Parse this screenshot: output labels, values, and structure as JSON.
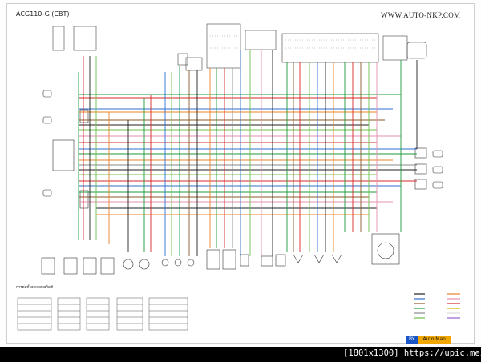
{
  "header": {
    "model_title": "ACG110-G (CBT)",
    "website": "WWW.AUTO-NKP.COM"
  },
  "tables_title": "การต่อขั้วสายของสวิตช์",
  "footer": {
    "resolution_text": "[1801x1300] https://upic.me/",
    "badge_by": "BY",
    "badge_name": "Auto Man"
  },
  "colors": {
    "green": "#1c9a3a",
    "red": "#d62828",
    "orange": "#e8832a",
    "blue": "#2e6fd0",
    "light_green": "#6cc04a",
    "brown": "#8a5a2b",
    "black": "#222222",
    "gray": "#8a8a8a",
    "pink": "#e58fb0",
    "yellow": "#d9b300"
  }
}
